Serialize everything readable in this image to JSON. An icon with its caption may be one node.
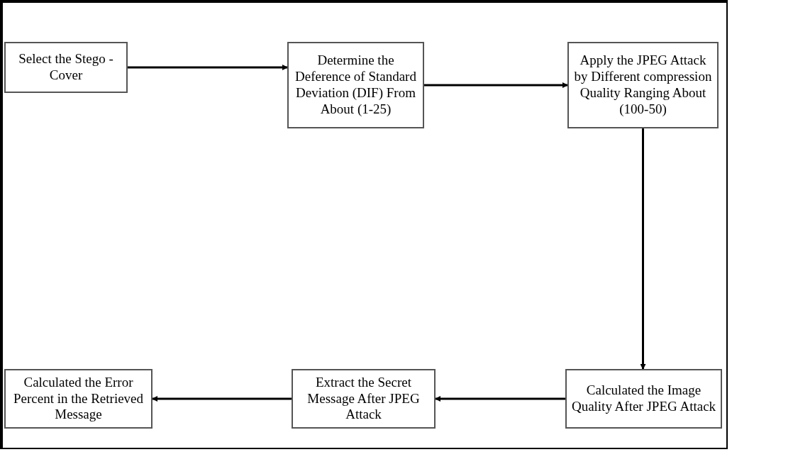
{
  "diagram": {
    "nodes": [
      {
        "text": [
          "Select the Stego - Cover"
        ]
      },
      {
        "text": [
          "Determine the Deference of Standard Deviation (DIF) From About (1-25)"
        ]
      },
      {
        "text": [
          "Apply the JPEG Attack by Different compression Quality Ranging About (100-50)"
        ]
      },
      {
        "text": [
          "Calculated the Image Quality After JPEG Attack"
        ]
      },
      {
        "text": [
          "Extract the Secret Message After JPEG Attack"
        ]
      },
      {
        "text": [
          "Calculated the Error Percent in the Retrieved Message"
        ]
      }
    ],
    "edges": [
      {
        "from": 0,
        "to": 1,
        "arrow": "to"
      },
      {
        "from": 1,
        "to": 2,
        "arrow": "to"
      },
      {
        "from": 2,
        "to": 3,
        "arrow": "to"
      },
      {
        "from": 3,
        "to": 4,
        "arrow": "to"
      },
      {
        "from": 4,
        "to": 5,
        "arrow": "to"
      }
    ]
  }
}
